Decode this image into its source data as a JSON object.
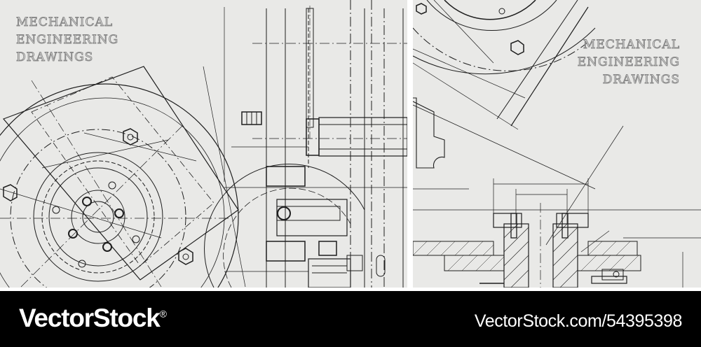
{
  "left_panel": {
    "title_lines": [
      "MECHANICAL",
      "ENGINEERING",
      "DRAWINGS"
    ]
  },
  "right_panel": {
    "title_lines": [
      "MECHANICAL",
      "ENGINEERING",
      "DRAWINGS"
    ]
  },
  "footer": {
    "brand_bold": "VectorStock",
    "brand_mark": "®",
    "image_id": "VectorStock.com/54395398"
  },
  "colors": {
    "paper": "#e9e9e7",
    "line": "#1e1e1e",
    "footer": "#000000",
    "footer_text": "#ffffff"
  }
}
